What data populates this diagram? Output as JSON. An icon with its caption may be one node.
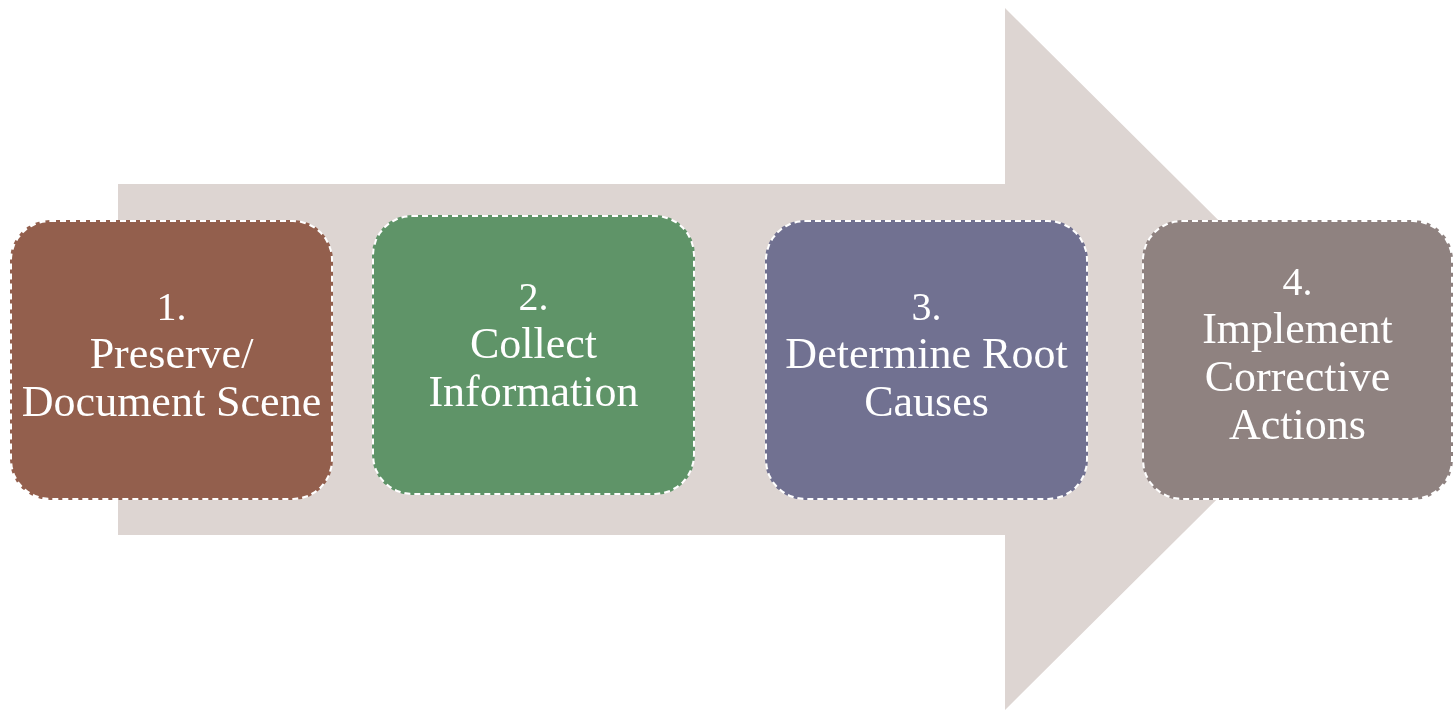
{
  "diagram": {
    "nodes": [
      {
        "text": [
          "1.",
          "Preserve/ Document Scene"
        ]
      },
      {
        "text": [
          "2.",
          "Collect Information"
        ]
      },
      {
        "text": [
          "3.",
          "Determine Root Causes"
        ]
      },
      {
        "text": [
          "4.",
          "Implement Corrective Actions"
        ]
      }
    ],
    "edges": [
      {
        "from": 0,
        "to": 3,
        "arrow": "to"
      }
    ]
  }
}
